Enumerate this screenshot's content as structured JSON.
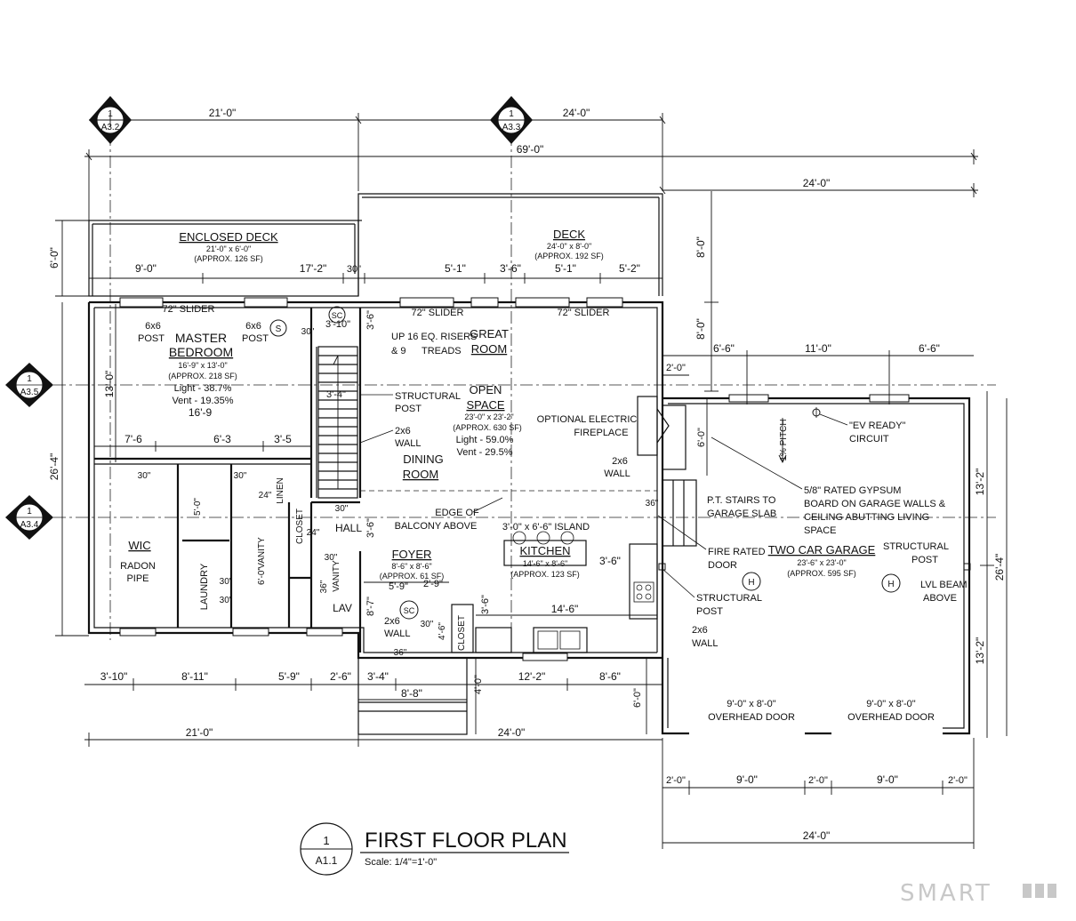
{
  "title": {
    "number": "1",
    "sheet": "A1.1",
    "name": "FIRST FLOOR PLAN",
    "scale": "Scale: 1/4\"=1'-0\""
  },
  "section_markers": [
    {
      "number": "1",
      "sheet": "A3.2"
    },
    {
      "number": "1",
      "sheet": "A3.3"
    },
    {
      "number": "1",
      "sheet": "A3.5"
    },
    {
      "number": "1",
      "sheet": "A3.4"
    }
  ],
  "rooms": {
    "enclosed_deck": {
      "name": "ENCLOSED DECK",
      "size": "21'-0\" x 6'-0\"",
      "area": "(APPROX. 126 SF)"
    },
    "deck": {
      "name": "DECK",
      "size": "24'-0\" x 8'-0\"",
      "area": "(APPROX. 192 SF)"
    },
    "master_bedroom": {
      "name1": "MASTER",
      "name2": "BEDROOM",
      "size": "16'-9\" x 13'-0\"",
      "area": "(APPROX. 218 SF)",
      "light": "Light - 38.7%",
      "vent": "Vent - 19.35%"
    },
    "great_room": {
      "name1": "GREAT",
      "name2": "ROOM"
    },
    "open_space": {
      "name1": "OPEN",
      "name2": "SPACE",
      "size": "23'-0\" x 23'-2\"",
      "area": "(APPROX. 630 SF)",
      "light": "Light - 59.0%",
      "vent": "Vent - 29.5%"
    },
    "dining_room": {
      "name1": "DINING",
      "name2": "ROOM"
    },
    "wic": {
      "name": "WIC",
      "note1": "RADON",
      "note2": "PIPE"
    },
    "laundry": {
      "name": "LAUNDRY"
    },
    "hall": {
      "name": "HALL"
    },
    "lav": {
      "name": "LAV"
    },
    "foyer": {
      "name": "FOYER",
      "size": "8'-6\" x 8'-6\"",
      "area": "(APPROX. 61 SF)"
    },
    "kitchen": {
      "name": "KITCHEN",
      "size": "14'-6\" x 8'-6\"",
      "area": "(APPROX. 123 SF)"
    },
    "garage": {
      "name": "TWO CAR GARAGE",
      "size": "23'-6\" x 23'-0\"",
      "area": "(APPROX. 595 SF)"
    }
  },
  "notes": {
    "slider": "72\" SLIDER",
    "post_6x6_a": "6x6",
    "post_label": "POST",
    "stairs1": "UP 16 EQ. RISERS",
    "stairs2": "& 9",
    "stairs2b": "TREADS",
    "half": "1",
    "half_den": "2",
    "structural_post1": "STRUCTURAL",
    "structural_post2": "POST",
    "wall_2x6_1": "2x6",
    "wall_2x6_2": "WALL",
    "fireplace1": "OPTIONAL ELECTRIC",
    "fireplace2": "FIREPLACE",
    "balcony1": "EDGE OF",
    "balcony2": "BALCONY ABOVE",
    "island": "3'-0\" x 6'-6\" ISLAND",
    "pt_stairs1": "P.T. STAIRS TO",
    "pt_stairs2": "GARAGE SLAB",
    "fire_door1": "FIRE RATED",
    "fire_door2": "DOOR",
    "gypsum1": "5/8\" RATED GYPSUM",
    "gypsum2": "BOARD ON GARAGE WALLS &",
    "gypsum3": "CEILING  ABUTTING LIVING",
    "gypsum4": "SPACE",
    "ev1": "\"EV READY\"",
    "ev2": "CIRCUIT",
    "pitch": "1% PITCH",
    "lvl1": "LVL BEAM",
    "lvl2": "ABOVE",
    "overhead_size": "9'-0\" x 8'-0\"",
    "overhead": "OVERHEAD DOOR",
    "vanity": "VANITY",
    "vanity_size": "6'-0\"",
    "closet": "CLOSET",
    "linen": "LINEN",
    "sc": "SC",
    "s": "S",
    "h": "H"
  },
  "dimensions": {
    "top_21": "21'-0\"",
    "top_24": "24'-0\"",
    "overall_69": "69'-0\"",
    "garage_top_24": "24'-0\"",
    "deck_9_0": "9'-0\"",
    "deck_17_2": "17'-2\"",
    "deck_30": "30\"",
    "deck_5_1a": "5'-1\"",
    "deck_3_6": "3'-6\"",
    "deck_5_1b": "5'-1\"",
    "deck_5_2": "5'-2\"",
    "left_6_0": "6'-0\"",
    "left_13_0": "13'-0\"",
    "left_26_4": "26'-4\"",
    "right_8_0a": "8'-0\"",
    "right_8_0b": "8'-0\"",
    "g_6_6a": "6'-6\"",
    "g_11_0": "11'-0\"",
    "g_6_6b": "6'-6\"",
    "g_2_0": "2'-0\"",
    "g_6_0": "6'-0\"",
    "g_13_2a": "13'-2\"",
    "g_13_2b": "13'-2\"",
    "g_26_4": "26'-4\"",
    "mb_16_9": "16'-9",
    "r_7_6": "7'-6",
    "r_6_3": "6'-3",
    "r_3_5": "3'-5",
    "r_3_10": "3'-10\"",
    "r_3_6": "3'-6\"",
    "r_3_4": "3'-4\"",
    "r_30": "30\"",
    "r_24": "24\"",
    "r_5_0": "5'-0\"",
    "r_36": "36\"",
    "r_5_9a": "5'-9\"",
    "r_2_9": "2'-9\"",
    "r_8_7": "8'-7\"",
    "r_4_6": "4'-6\"",
    "r_3_6k": "3'-6\"",
    "r_14_6": "14'-6\"",
    "b_3_10": "3'-10\"",
    "b_8_11": "8'-11\"",
    "b_5_9": "5'-9\"",
    "b_2_6": "2'-6\"",
    "b_3_4": "3'-4\"",
    "b_8_8": "8'-8\"",
    "b_4_0": "4'-0\"",
    "b_12_2": "12'-2\"",
    "b_8_6": "8'-6\"",
    "b_6_0": "6'-0\"",
    "b_21_0": "21'-0\"",
    "b_24_0": "24'-0\"",
    "gb_2_0a": "2'-0\"",
    "gb_9_0a": "9'-0\"",
    "gb_2_0b": "2'-0\"",
    "gb_9_0b": "9'-0\"",
    "gb_2_0c": "2'-0\"",
    "gb_24_0": "24'-0\""
  },
  "watermark": "SMART"
}
